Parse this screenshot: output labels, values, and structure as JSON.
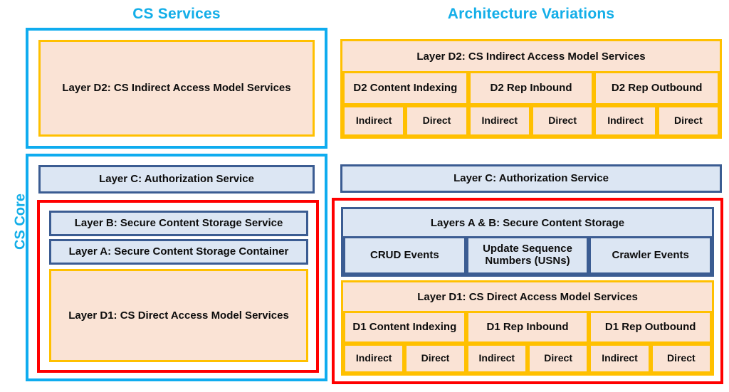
{
  "titles": {
    "left": "CS Services",
    "right": "Architecture Variations",
    "vertical_left": "CS Core"
  },
  "colors": {
    "accent_cyan": "#13AEE8",
    "panel_cyan_border": "#0FACEF",
    "red_border": "#FF0000",
    "orange_border": "#FFC000",
    "orange_fill": "#FAE3D5",
    "blue_border": "#3B5C92",
    "blue_fill": "#DCE6F3",
    "text": "#0D0D0D"
  },
  "left_column": {
    "cs_services_panel": {
      "d2_box": "Layer D2: CS Indirect Access Model Services"
    },
    "cs_core_panel": {
      "layer_c": "Layer C: Authorization Service",
      "red_group": {
        "layer_b": "Layer B: Secure Content Storage Service",
        "layer_a": "Layer A: Secure Content Storage Container",
        "layer_d1": "Layer D1: CS Direct Access Model Services"
      }
    }
  },
  "right_column": {
    "d2_group": {
      "header": "Layer D2: CS Indirect Access Model Services",
      "services": [
        "D2 Content Indexing",
        "D2 Rep Inbound",
        "D2 Rep Outbound"
      ],
      "access_modes": [
        "Indirect",
        "Direct",
        "Indirect",
        "Direct",
        "Indirect",
        "Direct"
      ]
    },
    "layer_c": "Layer C: Authorization Service",
    "red_group": {
      "ab_group": {
        "header": "Layers A & B: Secure Content Storage",
        "items": [
          "CRUD Events",
          "Update Sequence Numbers (USNs)",
          "Crawler Events"
        ]
      },
      "d1_group": {
        "header": "Layer D1: CS Direct Access Model Services",
        "services": [
          "D1 Content Indexing",
          "D1 Rep Inbound",
          "D1 Rep Outbound"
        ],
        "access_modes": [
          "Indirect",
          "Direct",
          "Indirect",
          "Direct",
          "Indirect",
          "Direct"
        ]
      }
    }
  }
}
